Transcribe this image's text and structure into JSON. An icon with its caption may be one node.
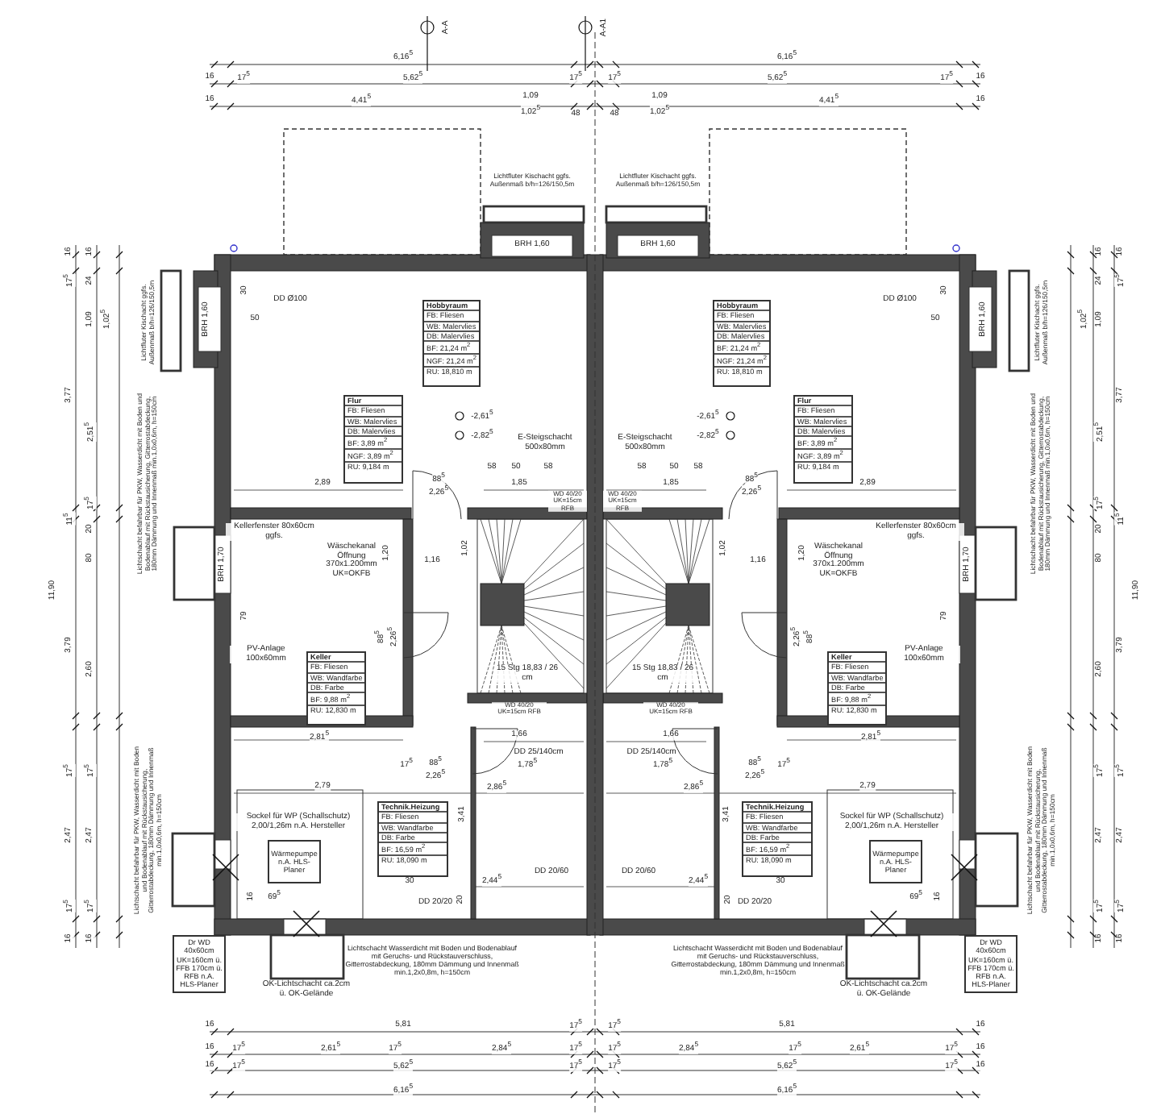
{
  "diagram": {
    "nodes": [
      {
        "text": [
          "Hobbyraum",
          "FB: Fliesen",
          "WB: Malervlies",
          "DB: Malervlies",
          "BF: 21,24 m$^{2}$",
          "NGF: 21,24 m$^{2}$",
          "RU: 18,810 m"
        ]
      },
      {
        "text": [
          "Hobbyraum",
          "FB: Fliesen",
          "WB: Malervlies",
          "DB: Malervlies",
          "BF: 21,24 m$^{2}$",
          "NGF: 21,24 m$^{2}$",
          "RU: 18,810 m"
        ]
      },
      {
        "text": [
          "Flur",
          "FB: Fliesen",
          "WB: Malervlies",
          "DB: Malervlies",
          "BF: 3,89 m$^{2}$",
          "NGF: 3,89 m$^{2}$",
          "RU: 9,184 m"
        ]
      },
      {
        "text": [
          "Flur",
          "FB: Fliesen",
          "WB: Malervlies",
          "DB: Malervlies",
          "BF: 3,89 m$^{2}$",
          "NGF: 3,89 m$^{2}$",
          "RU: 9,184 m"
        ]
      },
      {
        "text": [
          "Keller",
          "FB: Fliesen",
          "WB: Wandfarbe",
          "DB: Farbe",
          "BF: 9,88 m$^{2}$",
          "RU: 12,830 m"
        ]
      },
      {
        "text": [
          "Keller",
          "FB: Fliesen",
          "WB: Wandfarbe",
          "DB: Farbe",
          "BF: 9,88 m$^{2}$",
          "RU: 12,830 m"
        ]
      },
      {
        "text": [
          "Technik.Heizung",
          "FB: Fliesen",
          "WB: Wandfarbe",
          "DB: Farbe",
          "BF: 16,59 m$^{2}$",
          "RU: 18,090 m"
        ]
      },
      {
        "text": [
          "Technik.Heizung",
          "FB: Fliesen",
          "WB: Wandfarbe",
          "DB: Farbe",
          "BF: 16,59 m$^{2}$",
          "RU: 18,090 m"
        ]
      },
      {
        "text": [
          "Wärmepumpe n.A. HLS-Planer"
        ]
      },
      {
        "text": [
          "Wärmepumpe n.A. HLS-Planer"
        ]
      },
      {
        "text": [
          "Dr WD 40x60cm UK=160cm ü. FFB 170cm ü. RFB n.A. HLS-Planer"
        ]
      },
      {
        "text": [
          "Dr WD 40x60cm UK=160cm ü. FFB 170cm ü. RFB n.A. HLS-Planer"
        ]
      }
    ],
    "labels": [
      "A-A",
      "A-A1",
      "6,16$^{5}$",
      "16",
      "17$^{5}$",
      "5,62$^{5}$",
      "17$^{5}$",
      "16",
      "4,41$^{5}$",
      "1,09",
      "1,02$^{5}$",
      "48",
      "Lichtfluter Kischacht ggfs. Außenmaß b/h=126/150,5m",
      "BRH 1,60",
      "BRH 1,60",
      "DD Ø100",
      "30",
      "50",
      "Lichtfluter Kischacht ggfs. Außenmaß b/h=126/150,5m",
      "16",
      "16",
      "17$^{5}$",
      "24",
      "1,09",
      "1,02$^{5}$",
      "3,77",
      "2,51$^{5}$",
      "17$^{5}$",
      "11$^{5}$",
      "20",
      "80",
      "11,90",
      "3,79",
      "2,60",
      "17$^{5}$",
      "17$^{5}$",
      "2,47",
      "2,47",
      "17$^{5}$",
      "17$^{5}$",
      "16",
      "16",
      "Lichtschacht befahrbar für PKW, Wasserdicht mit Boden und Bodenablauf mit Rückstausicherung, Gitterrostabdeckung, 180mm Dämmung und Innenmaß min.1,0x0,6m, h=150cm",
      "Lichtschacht befahrbar für PKW, Wasserdicht mit Boden und Bodenablauf mit Rückstausicherung, Gitterrostabdeckung, 180mm Dämmung und Innenmaß min.1,0x0,6m, h=150cm",
      "-2,61$^{5}$",
      "-2,82$^{5}$",
      "E-Steigschacht 500x80mm",
      "58",
      "50",
      "58",
      "2,89",
      "88$^{5}$",
      "2,26$^{5}$",
      "1,85",
      "WD 40/20 UK=15cm RFB",
      "Kellerfenster 80x60cm ggfs.",
      "BRH 1,70",
      "Wäschekanal Öffnung 370x1.200mm UK=OKFB",
      "1,20",
      "1,16",
      "1,02",
      "79",
      "PV-Anlage 100x60mm",
      "88$^{5}$",
      "2,26$^{5}$",
      "15 Stg 18,83 / 26 cm",
      "2,81$^{5}$",
      "WD 40/20 UK=15cm RFB",
      "1,66",
      "DD 25/140cm",
      "17$^{5}$",
      "88$^{5}$",
      "2,26$^{5}$",
      "1,78$^{5}$",
      "2,79",
      "2,86$^{5}$",
      "3,41",
      "Sockel für WP (Schallschutz) 2,00/1,26m n.A. Hersteller",
      "16",
      "69$^{5}$",
      "30",
      "2,44$^{5}$",
      "DD 20/20",
      "20",
      "DD 20/60",
      "Lichtschacht Wasserdicht mit Boden und Bodenablauf mit Geruchs- und Rückstauverschluss, Gitterrostabdeckung, 180mm Dämmung und Innenmaß min.1,2x0,8m, h=150cm",
      "OK-Lichtschacht ca.2cm ü. OK-Gelände",
      "16",
      "5,81",
      "17$^{5}$",
      "16",
      "17$^{5}$",
      "2,61$^{5}$",
      "17$^{5}$",
      "2,84$^{5}$",
      "17$^{5}$",
      "16",
      "17$^{5}$",
      "5,62$^{5}$",
      "17$^{5}$",
      "6,16$^{5}$",
      "6,16$^{5}$",
      "16",
      "17$^{5}$",
      "5,62$^{5}$",
      "17$^{5}$",
      "16",
      "4,41$^{5}$",
      "1,09",
      "1,02$^{5}$",
      "48",
      "Lichtfluter Kischacht ggfs. Außenmaß b/h=126/150,5m",
      "BRH 1,60",
      "BRH 1,60",
      "DD Ø100",
      "30",
      "50",
      "Lichtfluter Kischacht ggfs. Außenmaß b/h=126/150,5m",
      "16",
      "16",
      "17$^{5}$",
      "24",
      "1,09",
      "1,02$^{5}$",
      "3,77",
      "2,51$^{5}$",
      "17$^{5}$",
      "11$^{5}$",
      "20",
      "80",
      "11,90",
      "3,79",
      "2,60",
      "17$^{5}$",
      "17$^{5}$",
      "2,47",
      "2,47",
      "17$^{5}$",
      "17$^{5}$",
      "16",
      "16",
      "Lichtschacht befahrbar für PKW, Wasserdicht mit Boden und Bodenablauf mit Rückstausicherung, Gitterrostabdeckung, 180mm Dämmung und Innenmaß min.1,0x0,6m, h=150cm",
      "Lichtschacht befahrbar für PKW, Wasserdicht mit Boden und Bodenablauf mit Rückstausicherung, Gitterrostabdeckung, 180mm Dämmung und Innenmaß min.1,0x0,6m, h=150cm",
      "-2,61$^{5}$",
      "-2,82$^{5}$",
      "E-Steigschacht 500x80mm",
      "58",
      "50",
      "58",
      "2,89",
      "88$^{5}$",
      "2,26$^{5}$",
      "1,85",
      "WD 40/20 UK=15cm RFB",
      "Kellerfenster 80x60cm ggfs.",
      "BRH 1,70",
      "Wäschekanal Öffnung 370x1.200mm UK=OKFB",
      "1,20",
      "1,16",
      "1,02",
      "79",
      "PV-Anlage 100x60mm",
      "88$^{5}$",
      "2,26$^{5}$",
      "15 Stg 18,83 / 26 cm",
      "2,81$^{5}$",
      "WD 40/20 UK=15cm RFB",
      "1,66",
      "DD 25/140cm",
      "17$^{5}$",
      "88$^{5}$",
      "2,26$^{5}$",
      "1,78$^{5}$",
      "2,79",
      "2,86$^{5}$",
      "3,41",
      "Sockel für WP (Schallschutz) 2,00/1,26m n.A. Hersteller",
      "16",
      "69$^{5}$",
      "30",
      "2,44$^{5}$",
      "DD 20/20",
      "20",
      "DD 20/60",
      "Lichtschacht Wasserdicht mit Boden und Bodenablauf mit Geruchs- und Rückstauverschluss, Gitterrostabdeckung, 180mm Dämmung und Innenmaß min.1,2x0,8m, h=150cm",
      "OK-Lichtschacht ca.2cm ü. OK-Gelände",
      "16",
      "5,81",
      "17$^{5}$",
      "16",
      "17$^{5}$",
      "2,61$^{5}$",
      "17$^{5}$",
      "2,84$^{5}$",
      "17$^{5}$",
      "16",
      "17$^{5}$",
      "5,62$^{5}$",
      "17$^{5}$",
      "6,16$^{5}$"
    ]
  }
}
